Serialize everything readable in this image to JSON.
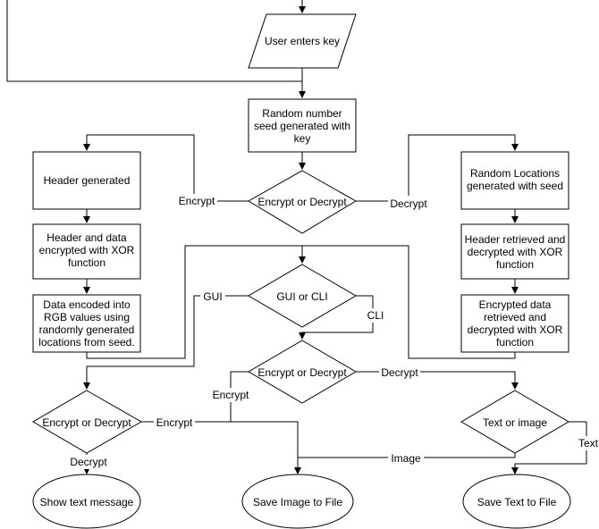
{
  "nodes": {
    "user_key": [
      "User enters key"
    ],
    "seed": [
      "Random number",
      "seed generated with",
      "key"
    ],
    "enc_dec_1": [
      "Encrypt or Decrypt"
    ],
    "header_gen": [
      "Header generated"
    ],
    "header_enc": [
      "Header and data",
      "encrypted with XOR",
      "function"
    ],
    "data_encoded": [
      "Data encoded into",
      "RGB values using",
      "randomly generated",
      "locations from seed."
    ],
    "rand_loc": [
      "Random Locations",
      "generated with seed"
    ],
    "header_ret": [
      "Header retrieved and",
      "decrypted with XOR",
      "function"
    ],
    "enc_data_ret": [
      "Encrypted data",
      "retrieved and",
      "decrypted with XOR",
      "function"
    ],
    "gui_cli": [
      "GUI or CLI"
    ],
    "enc_dec_2": [
      "Encrypt or Decrypt"
    ],
    "enc_dec_3": [
      "Encrypt or Decrypt"
    ],
    "text_or_image": [
      "Text or image"
    ],
    "show_text": [
      "Show text message"
    ],
    "save_image": [
      "Save Image to File"
    ],
    "save_text": [
      "Save Text to File"
    ]
  },
  "edge_labels": {
    "encrypt_1": "Encrypt",
    "decrypt_1": "Decrypt",
    "gui": "GUI",
    "cli": "CLI",
    "encrypt_2": "Encrypt",
    "decrypt_2": "Decrypt",
    "encrypt_3": "Encrypt",
    "decrypt_3": "Decrypt",
    "image": "Image",
    "text": "Text"
  }
}
